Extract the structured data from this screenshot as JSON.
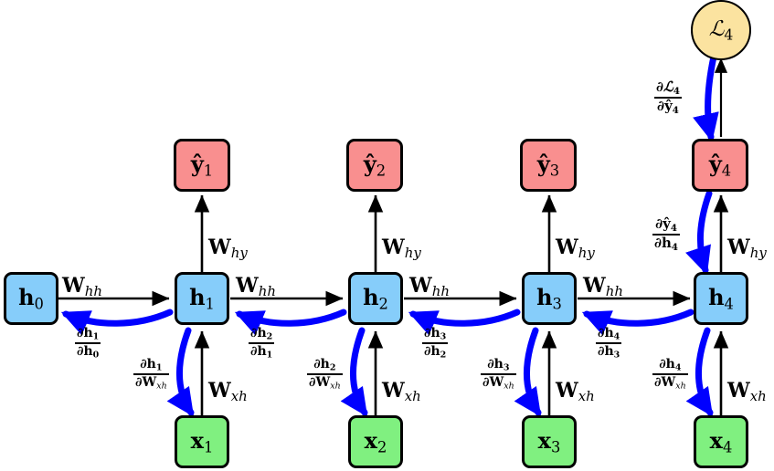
{
  "diagram": {
    "title": "RNN backpropagation through time unrolled computation graph",
    "colors": {
      "hidden_state": "#86cdfa",
      "output": "#f98f8f",
      "input": "#80f080",
      "loss": "#fbe3a0",
      "forward_arrow": "#000000",
      "gradient_arrow": "#0000ff",
      "border": "#000000"
    },
    "timesteps": [
      1,
      2,
      3,
      4
    ],
    "nodes": {
      "hidden": [
        {
          "name": "h0",
          "label_base": "h",
          "label_sub": "0"
        },
        {
          "name": "h1",
          "label_base": "h",
          "label_sub": "1"
        },
        {
          "name": "h2",
          "label_base": "h",
          "label_sub": "2"
        },
        {
          "name": "h3",
          "label_base": "h",
          "label_sub": "3"
        },
        {
          "name": "h4",
          "label_base": "h",
          "label_sub": "4"
        }
      ],
      "outputs": [
        {
          "name": "yhat1",
          "label_base": "y",
          "label_sub": "1"
        },
        {
          "name": "yhat2",
          "label_base": "y",
          "label_sub": "2"
        },
        {
          "name": "yhat3",
          "label_base": "y",
          "label_sub": "3"
        },
        {
          "name": "yhat4",
          "label_base": "y",
          "label_sub": "4"
        }
      ],
      "inputs": [
        {
          "name": "x1",
          "label_base": "x",
          "label_sub": "1"
        },
        {
          "name": "x2",
          "label_base": "x",
          "label_sub": "2"
        },
        {
          "name": "x3",
          "label_base": "x",
          "label_sub": "3"
        },
        {
          "name": "x4",
          "label_base": "x",
          "label_sub": "4"
        }
      ],
      "loss": {
        "name": "loss4",
        "label_base": "L",
        "label_sub": "4"
      }
    },
    "weight_labels": {
      "hh": {
        "base": "W",
        "sub": "hh",
        "text": "W_hh",
        "count": 4
      },
      "hy": {
        "base": "W",
        "sub": "hy",
        "text": "W_hy",
        "count": 4
      },
      "xh": {
        "base": "W",
        "sub": "xh",
        "text": "W_xh",
        "count": 4
      }
    },
    "gradient_labels": {
      "hidden_chain": [
        {
          "name": "dh1_dh0",
          "num": "∂h",
          "num_sub": "1",
          "den": "∂h",
          "den_sub": "0"
        },
        {
          "name": "dh2_dh1",
          "num": "∂h",
          "num_sub": "2",
          "den": "∂h",
          "den_sub": "1"
        },
        {
          "name": "dh3_dh2",
          "num": "∂h",
          "num_sub": "3",
          "den": "∂h",
          "den_sub": "2"
        },
        {
          "name": "dh4_dh3",
          "num": "∂h",
          "num_sub": "4",
          "den": "∂h",
          "den_sub": "3"
        }
      ],
      "weight_xh": [
        {
          "name": "dh1_dWxh",
          "num": "∂h",
          "num_sub": "1",
          "den": "∂W",
          "den_sub": "xh"
        },
        {
          "name": "dh2_dWxh",
          "num": "∂h",
          "num_sub": "2",
          "den": "∂W",
          "den_sub": "xh"
        },
        {
          "name": "dh3_dWxh",
          "num": "∂h",
          "num_sub": "3",
          "den": "∂W",
          "den_sub": "xh"
        },
        {
          "name": "dh4_dWxh",
          "num": "∂h",
          "num_sub": "4",
          "den": "∂W",
          "den_sub": "xh"
        }
      ],
      "loss_to_output": {
        "name": "dL4_dyhat4",
        "num": "∂L",
        "num_sub": "4",
        "den": "∂y",
        "den_sub": "4"
      },
      "output_to_hidden": {
        "name": "dyhat4_dh4",
        "num": "∂y",
        "num_sub": "4",
        "den": "∂h",
        "den_sub": "4"
      }
    }
  }
}
